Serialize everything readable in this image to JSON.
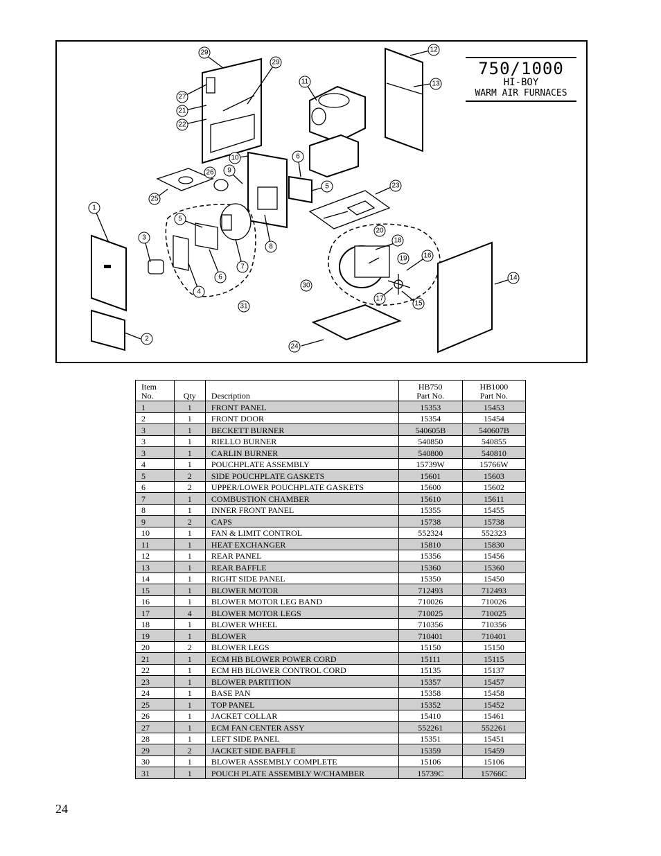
{
  "diagram": {
    "title_main": "750/1000",
    "title_sub1": "HI-BOY",
    "title_sub2": "WARM AIR FURNACES",
    "callouts": [
      "29",
      "29",
      "27",
      "21",
      "22",
      "11",
      "12",
      "13",
      "10",
      "9",
      "26",
      "6",
      "5",
      "23",
      "25",
      "1",
      "5",
      "3",
      "4",
      "6",
      "7",
      "31",
      "8",
      "20",
      "18",
      "19",
      "16",
      "30",
      "17",
      "15",
      "14",
      "2",
      "24"
    ]
  },
  "table": {
    "headers": {
      "item_line1": "Item",
      "item_line2": "No.",
      "qty": "Qty",
      "desc": "Description",
      "hb750_line1": "HB750",
      "hb750_line2": "Part No.",
      "hb1000_line1": "HB1000",
      "hb1000_line2": "Part No."
    },
    "rows": [
      {
        "item": "1",
        "qty": "1",
        "desc": "FRONT PANEL",
        "hb750": "15353",
        "hb1000": "15453"
      },
      {
        "item": "2",
        "qty": "1",
        "desc": "FRONT DOOR",
        "hb750": "15354",
        "hb1000": "15454"
      },
      {
        "item": "3",
        "qty": "1",
        "desc": "BECKETT BURNER",
        "hb750": "540605B",
        "hb1000": "540607B"
      },
      {
        "item": "3",
        "qty": "1",
        "desc": "RIELLO BURNER",
        "hb750": "540850",
        "hb1000": "540855"
      },
      {
        "item": "3",
        "qty": "1",
        "desc": "CARLIN BURNER",
        "hb750": "540800",
        "hb1000": "540810"
      },
      {
        "item": "4",
        "qty": "1",
        "desc": "POUCHPLATE ASSEMBLY",
        "hb750": "15739W",
        "hb1000": "15766W"
      },
      {
        "item": "5",
        "qty": "2",
        "desc": "SIDE POUCHPLATE GASKETS",
        "hb750": "15601",
        "hb1000": "15603"
      },
      {
        "item": "6",
        "qty": "2",
        "desc": "UPPER/LOWER POUCHPLATE GASKETS",
        "hb750": "15600",
        "hb1000": "15602"
      },
      {
        "item": "7",
        "qty": "1",
        "desc": "COMBUSTION CHAMBER",
        "hb750": "15610",
        "hb1000": "15611"
      },
      {
        "item": "8",
        "qty": "1",
        "desc": "INNER FRONT PANEL",
        "hb750": "15355",
        "hb1000": "15455"
      },
      {
        "item": "9",
        "qty": "2",
        "desc": "CAPS",
        "hb750": "15738",
        "hb1000": "15738"
      },
      {
        "item": "10",
        "qty": "1",
        "desc": "FAN & LIMIT CONTROL",
        "hb750": "552324",
        "hb1000": "552323"
      },
      {
        "item": "11",
        "qty": "1",
        "desc": "HEAT EXCHANGER",
        "hb750": "15810",
        "hb1000": "15830"
      },
      {
        "item": "12",
        "qty": "1",
        "desc": "REAR PANEL",
        "hb750": "15356",
        "hb1000": "15456"
      },
      {
        "item": "13",
        "qty": "1",
        "desc": "REAR BAFFLE",
        "hb750": "15360",
        "hb1000": "15360"
      },
      {
        "item": "14",
        "qty": "1",
        "desc": "RIGHT SIDE PANEL",
        "hb750": "15350",
        "hb1000": "15450"
      },
      {
        "item": "15",
        "qty": "1",
        "desc": "BLOWER MOTOR",
        "hb750": "712493",
        "hb1000": "712493"
      },
      {
        "item": "16",
        "qty": "1",
        "desc": "BLOWER MOTOR LEG BAND",
        "hb750": "710026",
        "hb1000": "710026"
      },
      {
        "item": "17",
        "qty": "4",
        "desc": "BLOWER MOTOR LEGS",
        "hb750": "710025",
        "hb1000": "710025"
      },
      {
        "item": "18",
        "qty": "1",
        "desc": "BLOWER WHEEL",
        "hb750": "710356",
        "hb1000": "710356"
      },
      {
        "item": "19",
        "qty": "1",
        "desc": "BLOWER",
        "hb750": "710401",
        "hb1000": "710401"
      },
      {
        "item": "20",
        "qty": "2",
        "desc": "BLOWER LEGS",
        "hb750": "15150",
        "hb1000": "15150"
      },
      {
        "item": "21",
        "qty": "1",
        "desc": "ECM HB BLOWER POWER CORD",
        "hb750": "15111",
        "hb1000": "15115"
      },
      {
        "item": "22",
        "qty": "1",
        "desc": "ECM HB BLOWER CONTROL CORD",
        "hb750": "15135",
        "hb1000": "15137"
      },
      {
        "item": "23",
        "qty": "1",
        "desc": "BLOWER PARTITION",
        "hb750": "15357",
        "hb1000": "15457"
      },
      {
        "item": "24",
        "qty": "1",
        "desc": "BASE PAN",
        "hb750": "15358",
        "hb1000": "15458"
      },
      {
        "item": "25",
        "qty": "1",
        "desc": "TOP PANEL",
        "hb750": "15352",
        "hb1000": "15452"
      },
      {
        "item": "26",
        "qty": "1",
        "desc": "JACKET COLLAR",
        "hb750": "15410",
        "hb1000": "15461"
      },
      {
        "item": "27",
        "qty": "1",
        "desc": "ECM FAN CENTER ASSY",
        "hb750": "552261",
        "hb1000": "552261"
      },
      {
        "item": "28",
        "qty": "1",
        "desc": "LEFT SIDE PANEL",
        "hb750": "15351",
        "hb1000": "15451"
      },
      {
        "item": "29",
        "qty": "2",
        "desc": "JACKET SIDE BAFFLE",
        "hb750": "15359",
        "hb1000": "15459"
      },
      {
        "item": "30",
        "qty": "1",
        "desc": "BLOWER ASSEMBLY COMPLETE",
        "hb750": "15106",
        "hb1000": "15106"
      },
      {
        "item": "31",
        "qty": "1",
        "desc": "POUCH PLATE ASSEMBLY W/CHAMBER",
        "hb750": "15739C",
        "hb1000": "15766C"
      }
    ]
  },
  "page_number": "24"
}
